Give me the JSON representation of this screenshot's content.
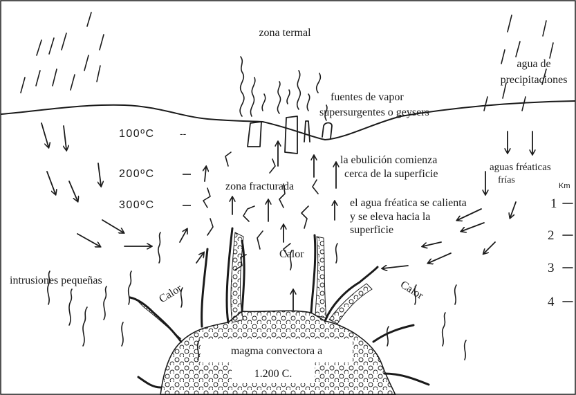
{
  "diagram": {
    "top_label": "zona termal",
    "rain_label": [
      "agua de",
      "precipitaciones"
    ],
    "steam_label": [
      "fuentes de vapor",
      "supersurgentes o geysers"
    ],
    "temperatures": [
      "100ºC",
      "200ºC",
      "300ºC"
    ],
    "temp_dash": "--",
    "boiling_label": [
      "la ebulición comienza",
      "cerca de la superficie"
    ],
    "fractured_label": "zona fracturada",
    "cold_water_label": [
      "aguas fréaticas",
      "frías"
    ],
    "heating_label": [
      "el agua fréatica se calienta",
      "y se eleva hacia la",
      "superficie"
    ],
    "scale_unit": "Km",
    "scale_ticks": [
      "1",
      "2",
      "3",
      "4"
    ],
    "intrusions_label": "intrusiones pequeñas",
    "heat_label": "Calor",
    "magma_label": [
      "magma convectora a",
      "1.200 C."
    ],
    "colors": {
      "ink": "#1a1a1a",
      "paper": "#ffffff"
    }
  }
}
